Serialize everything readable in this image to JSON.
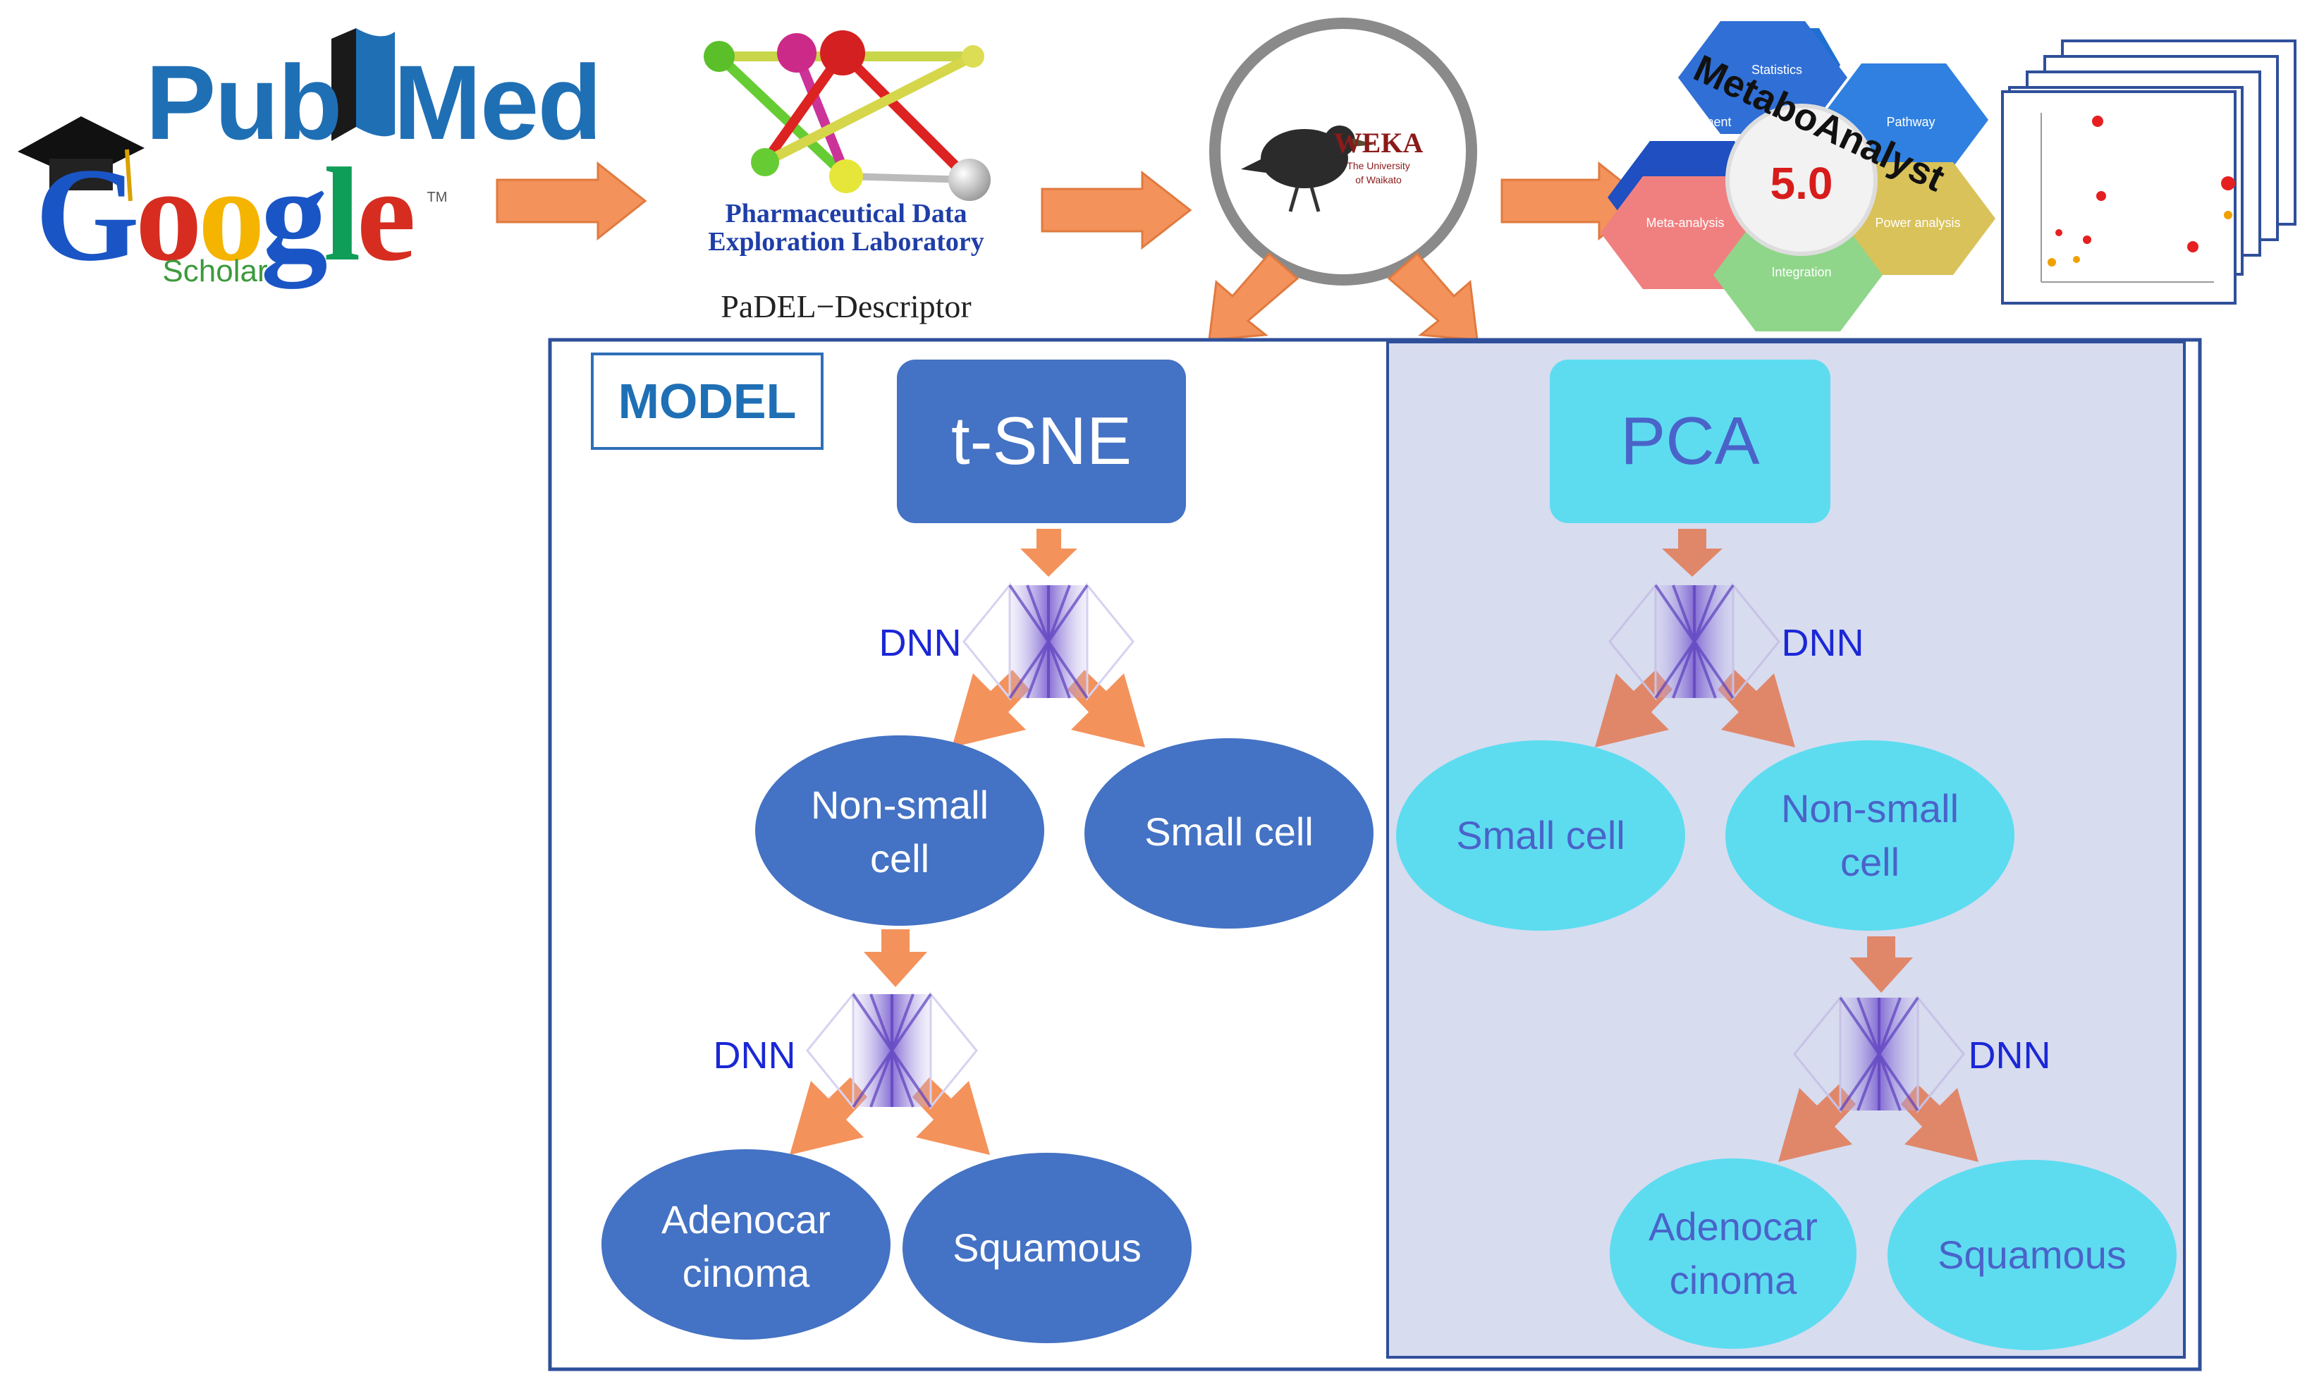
{
  "sources": {
    "pubmed_part1": "Pub",
    "pubmed_part2": "Med",
    "google": [
      "G",
      "o",
      "o",
      "g",
      "l",
      "e"
    ],
    "scholar": "Scholar",
    "tm": "TM"
  },
  "padel": {
    "title_line1": "Pharmaceutical Data",
    "title_line2": "Exploration Laboratory",
    "caption": "PaDEL−Descriptor"
  },
  "weka": {
    "name": "WEKA",
    "sub1": "The University",
    "sub2": "of Waikato"
  },
  "metaboanalyst": {
    "name": "MetaboAnalyst",
    "version": "5.0",
    "modules": [
      "Statistics",
      "Enrichment",
      "Pathway",
      "Meta-analysis",
      "Integration",
      "Power analysis"
    ]
  },
  "model_label": "MODEL",
  "tsne": {
    "title": "t-SNE",
    "dnn1": "DNN",
    "dnn2": "DNN",
    "non_small_l1": "Non-small",
    "non_small_l2": "cell",
    "small_cell": "Small cell",
    "adeno_l1": "Adenocar",
    "adeno_l2": "cinoma",
    "squamous": "Squamous"
  },
  "pca": {
    "title": "PCA",
    "dnn1": "DNN",
    "dnn2": "DNN",
    "small_cell": "Small cell",
    "non_small_l1": "Non-small",
    "non_small_l2": "cell",
    "adeno_l1": "Adenocar",
    "adeno_l2": "cinoma",
    "squamous": "Squamous"
  },
  "colors": {
    "arrow": "#f4925b",
    "dark_node": "#4472c4",
    "light_node": "#5ddcf0",
    "pca_panel": "#d7dcef",
    "frame": "#2f4f9a"
  }
}
